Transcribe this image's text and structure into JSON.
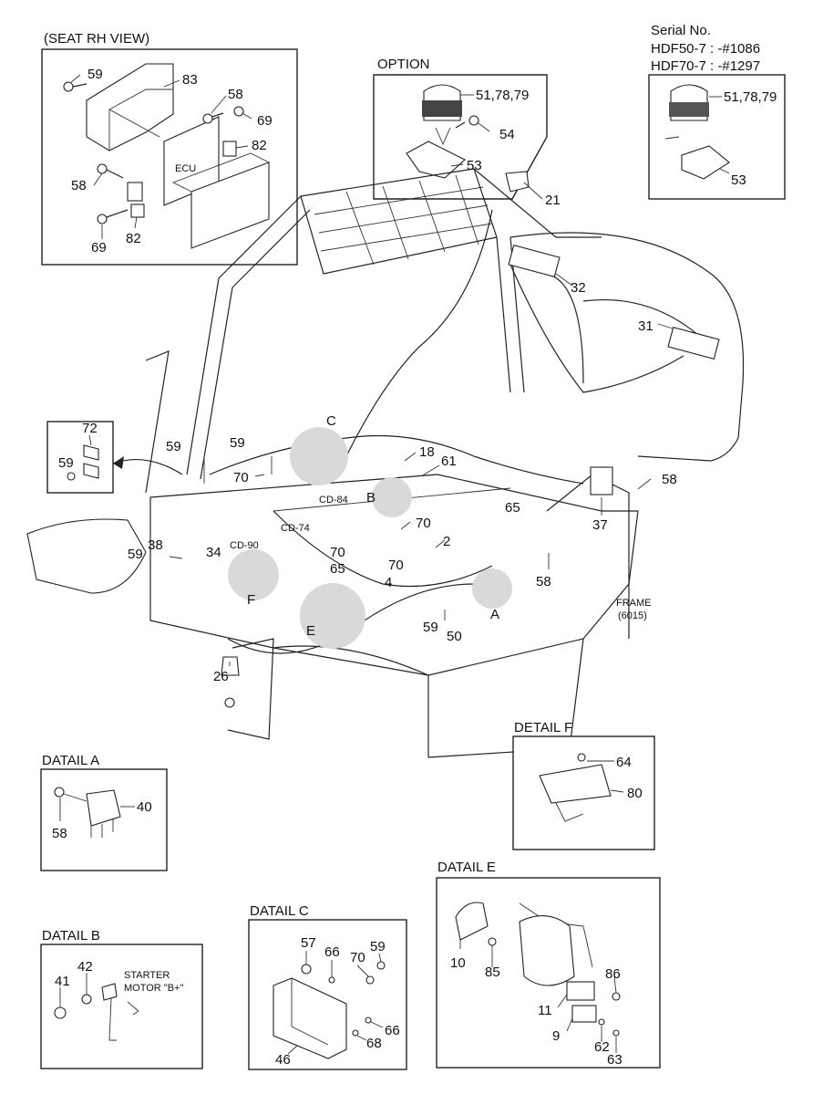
{
  "serial": {
    "title": "Serial No.",
    "line1": "HDF50-7 : -#1086",
    "line2": "HDF70-7 : -#1297"
  },
  "panels": {
    "seat_rh": {
      "title": "(SEAT RH VIEW)",
      "labels": {
        "p59": "59",
        "p83": "83",
        "p58a": "58",
        "p69a": "69",
        "p82a": "82",
        "p58b": "58",
        "p69b": "69",
        "p82b": "82",
        "ecu": "ECU"
      }
    },
    "option": {
      "title": "OPTION",
      "labels": {
        "lamp": "51,78,79",
        "p54": "54",
        "p53": "53"
      }
    },
    "serial_option": {
      "labels": {
        "lamp": "51,78,79",
        "p53": "53"
      }
    },
    "bracket": {
      "labels": {
        "p72": "72",
        "p59": "59"
      }
    },
    "detail_a": {
      "title": "DATAIL A",
      "labels": {
        "p40": "40",
        "p58": "58"
      }
    },
    "detail_b": {
      "title": "DATAIL B",
      "labels": {
        "p41": "41",
        "p42": "42",
        "starter1": "STARTER",
        "starter2": "MOTOR \"B+\""
      }
    },
    "detail_c": {
      "title": "DATAIL C",
      "labels": {
        "p57": "57",
        "p66a": "66",
        "p70": "70",
        "p59": "59",
        "p66b": "66",
        "p68": "68",
        "p46": "46"
      }
    },
    "detail_e": {
      "title": "DATAIL E",
      "labels": {
        "p10": "10",
        "p85": "85",
        "p86": "86",
        "p11": "11",
        "p9": "9",
        "p62": "62",
        "p63": "63"
      }
    },
    "detail_f": {
      "title": "DETAIL F",
      "labels": {
        "p64": "64",
        "p80": "80"
      }
    }
  },
  "main": {
    "callouts": {
      "c21": "21",
      "c32": "32",
      "c31": "31",
      "c18": "18",
      "c61": "61",
      "c59a": "59",
      "c59b": "59",
      "c70a": "70",
      "cdC": "C",
      "cd84": "CD-84",
      "cdB": "B",
      "cd74": "CD-74",
      "c70b": "70",
      "c38": "38",
      "c34": "34",
      "cd90": "CD-90",
      "c59c": "59",
      "c70c": "70",
      "c70d": "70",
      "c65a": "65",
      "c4": "4",
      "c2": "2",
      "c65b": "65",
      "c58a": "58",
      "c37": "37",
      "c58b": "58",
      "cdA": "A",
      "c59d": "59",
      "c50": "50",
      "cdE": "E",
      "cdF": "F",
      "c26": "26",
      "frame1": "FRAME",
      "frame2": "(6015)"
    }
  }
}
